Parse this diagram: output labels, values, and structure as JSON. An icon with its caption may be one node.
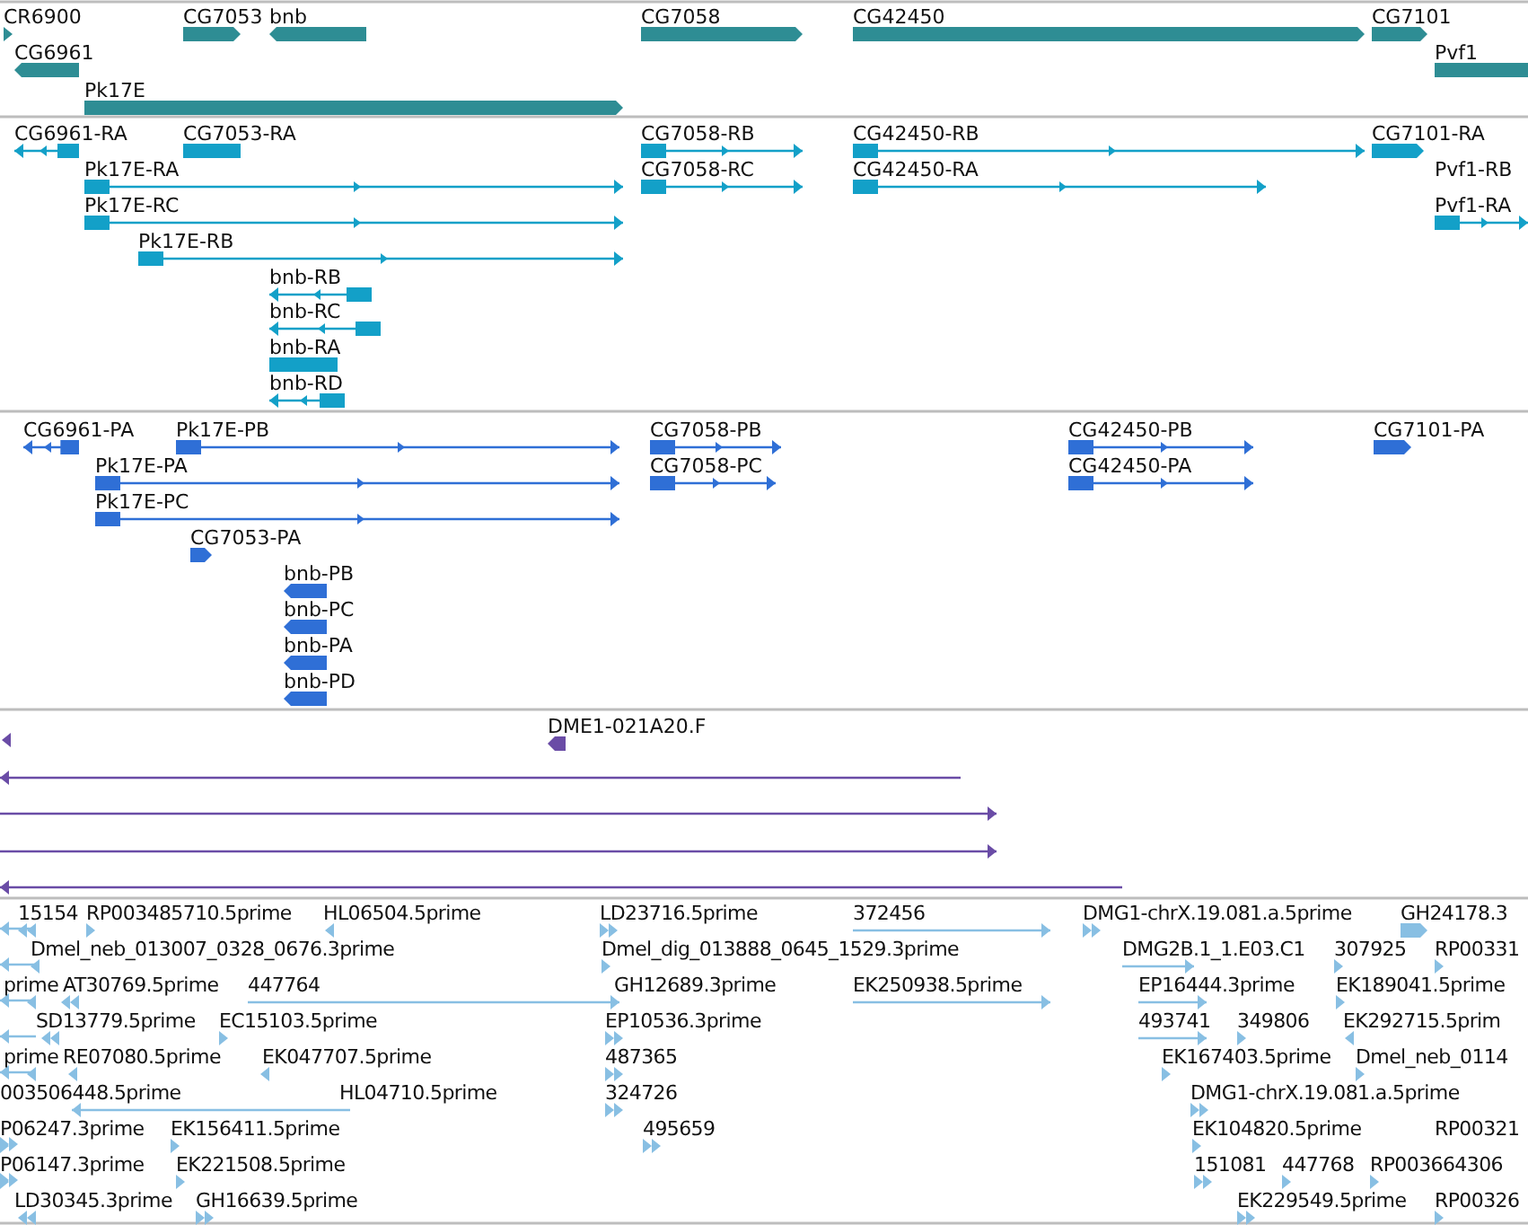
{
  "diagram": {
    "labels": [
      "CR6900",
      "CG7053",
      "bnb",
      "CG7058",
      "CG42450",
      "CG7101",
      "CG6961",
      "Pvf1",
      "Pk17E",
      "CG6961-RA",
      "CG7053-RA",
      "CG7058-RB",
      "CG42450-RB",
      "CG7101-RA",
      "Pk17E-RA",
      "CG7058-RC",
      "CG42450-RA",
      "Pvf1-RB",
      "Pk17E-RC",
      "Pvf1-RA",
      "Pk17E-RB",
      "bnb-RB",
      "bnb-RC",
      "bnb-RA",
      "bnb-RD",
      "CG6961-PA",
      "Pk17E-PB",
      "CG7058-PB",
      "CG42450-PB",
      "CG7101-PA",
      "Pk17E-PA",
      "CG7058-PC",
      "CG42450-PA",
      "Pk17E-PC",
      "CG7053-PA",
      "bnb-PB",
      "bnb-PC",
      "bnb-PA",
      "bnb-PD",
      "DME1-021A20.F",
      "15154",
      "RP003485710.5prime",
      "HL06504.5prime",
      "LD23716.5prime",
      "372456",
      "DMG1-chrX.19.081.a.5prime",
      "GH24178.3",
      "Dmel_neb_013007_0328_0676.3prime",
      "Dmel_dig_013888_0645_1529.3prime",
      "DMG2B.1_1.E03.C1",
      "307925",
      "RP00331",
      "prime",
      "AT30769.5prime",
      "447764",
      "GH12689.3prime",
      "EK250938.5prime",
      "EP16444.3prime",
      "EK189041.5prime",
      "SD13779.5prime",
      "EC15103.5prime",
      "EP10536.3prime",
      "493741",
      "349806",
      "EK292715.5prim",
      "prime",
      "RE07080.5prime",
      "EK047707.5prime",
      "487365",
      "EK167403.5prime",
      "Dmel_neb_0114",
      "003506448.5prime",
      "HL04710.5prime",
      "324726",
      "DMG1-chrX.19.081.a.5prime",
      "P06247.3prime",
      "EK156411.5prime",
      "495659",
      "EK104820.5prime",
      "RP00321",
      "P06147.3prime",
      "EK221508.5prime",
      "151081",
      "447768",
      "RP003664306",
      "LD30345.3prime",
      "GH16639.5prime",
      "EK229549.5prime",
      "RP00326"
    ]
  }
}
